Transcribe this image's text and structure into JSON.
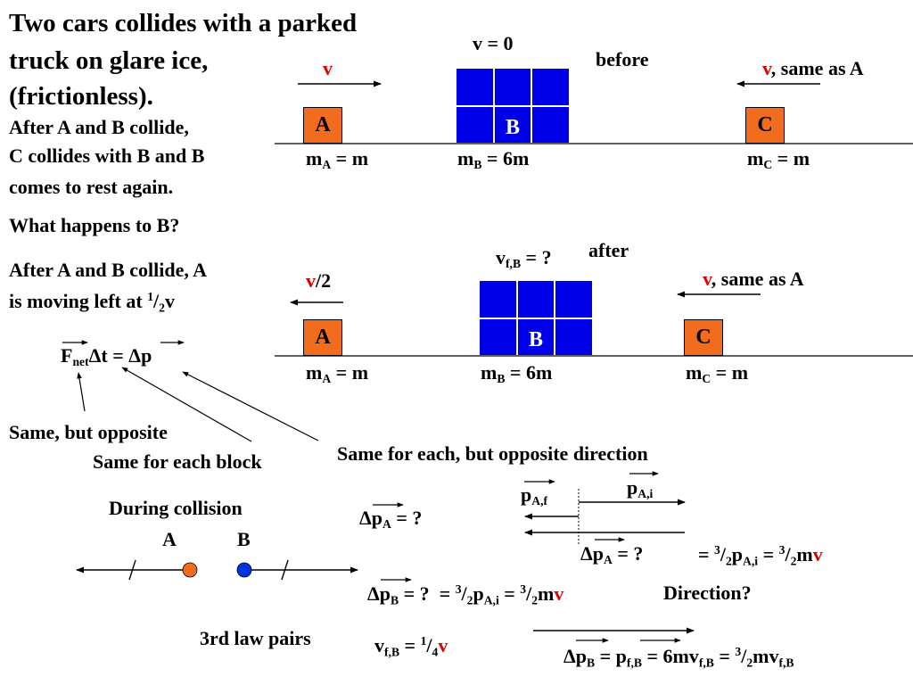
{
  "title": {
    "line1": "Two cars collides with a parked",
    "line2": "truck on glare ice,",
    "line3": "(frictionless)."
  },
  "left_text": {
    "p1_line1": "After A and B collide,",
    "p1_line2": "C collides with B and B",
    "p1_line3": "comes to rest again.",
    "question": "What happens to B?",
    "p2_line1": "After A and B collide, A",
    "p2_line2_pre": "is moving left at ",
    "p2_line2_num": "1",
    "p2_line2_slash": "/",
    "p2_line2_den": "2",
    "p2_line2_post": "v"
  },
  "before": {
    "label": "before",
    "v_a": "v",
    "v_b": "v = 0",
    "v_c_red": "v",
    "v_c_rest": ", same as A",
    "block_a": "A",
    "block_b": "B",
    "block_c": "C",
    "mass_a_pre": "m",
    "mass_a_sub": "A",
    "mass_a_post": " = m",
    "mass_b_pre": "m",
    "mass_b_sub": "B",
    "mass_b_post": " = 6m",
    "mass_c_pre": "m",
    "mass_c_sub": "C",
    "mass_c_post": " = m"
  },
  "after": {
    "label": "after",
    "v_a_red": "v",
    "v_a_rest": "/2",
    "v_b_pre": "v",
    "v_b_sub": "f,B",
    "v_b_post": " = ?",
    "v_c_red": "v",
    "v_c_rest": ", same as A",
    "block_a": "A",
    "block_b": "B",
    "block_c": "C",
    "mass_a_pre": "m",
    "mass_a_sub": "A",
    "mass_a_post": " = m",
    "mass_b_pre": "m",
    "mass_b_sub": "B",
    "mass_b_post": " = 6m",
    "mass_c_pre": "m",
    "mass_c_sub": "C",
    "mass_c_post": " = m"
  },
  "impulse": {
    "f": "F",
    "f_sub": "net",
    "mid": "Δt = Δ",
    "p": "p"
  },
  "annotations": {
    "same_opposite": "Same, but opposite",
    "same_each_block": "Same for each block",
    "same_each_opposite": "Same for each, but opposite direction"
  },
  "collision": {
    "title": "During collision",
    "label_a": "A",
    "label_b": "B",
    "colors": {
      "a": "#f26c1e",
      "b": "#0033e0"
    }
  },
  "vectors": {
    "paf_pre": "p",
    "paf_sub": "A,f",
    "pai_pre": "p",
    "pai_sub": "A,i",
    "dpa_q_pre": "Δp",
    "dpa_q_sub": "A",
    "dpa_q_post": " = ?",
    "dpa2_pre": "Δp",
    "dpa2_sub": "A",
    "dpa2_post": " = ?",
    "eq_pai_a": " = ",
    "eq_pai_n1": "3",
    "eq_pai_s1": "/",
    "eq_pai_d1": "2",
    "eq_pai_p": "p",
    "eq_pai_psub": "A,i",
    "eq_pai_b": " = ",
    "eq_pai_n2": "3",
    "eq_pai_s2": "/",
    "eq_pai_d2": "2",
    "eq_pai_m": "m",
    "eq_pai_v": "v"
  },
  "dpb": {
    "pre": "Δp",
    "sub": "B",
    "mid": " = ?  = ",
    "n1": "3",
    "s1": "/",
    "d1": "2",
    "p": "p",
    "psub": "A,i",
    "eq": " = ",
    "n2": "3",
    "s2": "/",
    "d2": "2",
    "m": "m",
    "v": "v",
    "direction": "Direction?"
  },
  "third_law": "3rd law pairs",
  "vfb": {
    "pre": "v",
    "sub": "f,B",
    "eq": " = ",
    "n": "1",
    "s": "/",
    "d": "4",
    "v": "v"
  },
  "final_eq": {
    "dpb_pre": "Δp",
    "dpb_sub": "B",
    "eq1": " = p",
    "pfb_sub": "f,B",
    "eq2": " = 6mv",
    "v1_sub": "f,B",
    "eq3": " = ",
    "n": "3",
    "s": "/",
    "d": "2",
    "mv": "mv",
    "v2_sub": "f,B"
  }
}
